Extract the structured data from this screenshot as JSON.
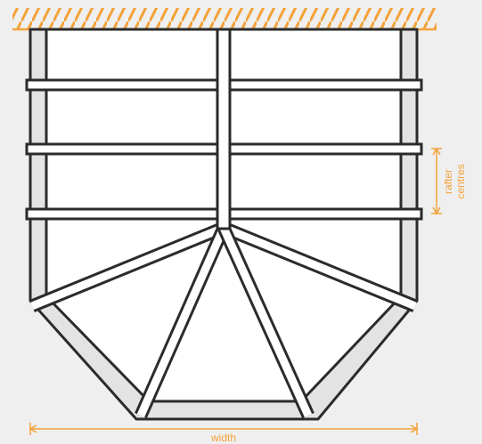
{
  "colors": {
    "background": "#efefef",
    "accent": "#f3a23a",
    "outline": "#2b2b2b",
    "bar_fill": "#ffffff",
    "glass_fill": "#ffffff",
    "frame_fill": "#e3e3e3"
  },
  "labels": {
    "rafter_line1": "rafter",
    "rafter_line2": "centres",
    "width": "width"
  }
}
